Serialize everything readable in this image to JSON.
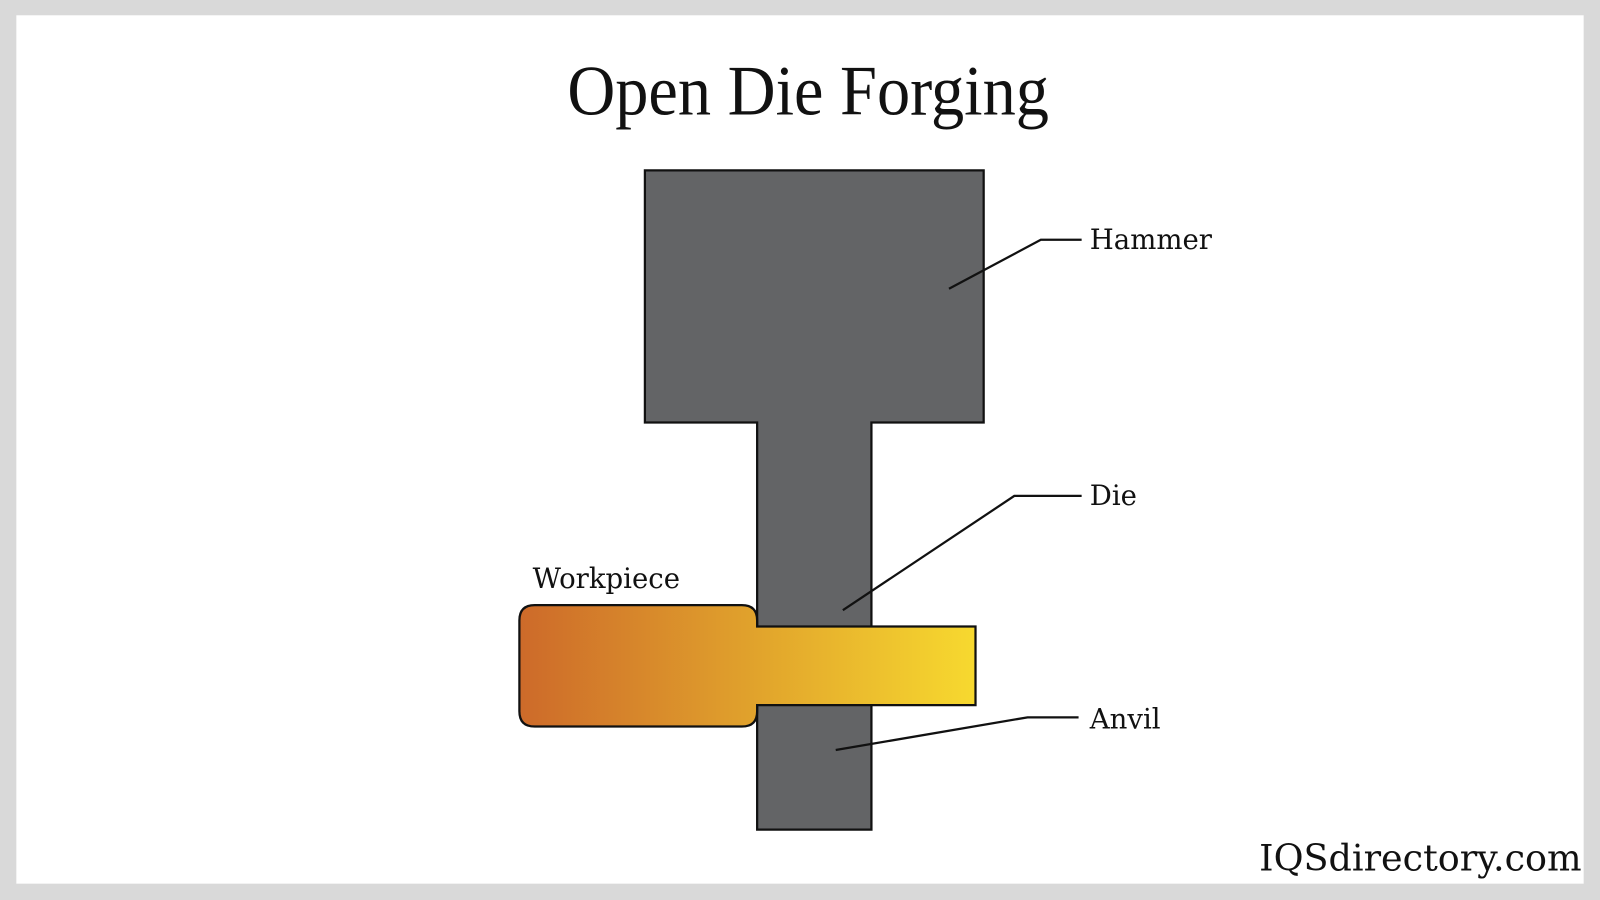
{
  "title": "Open Die Forging",
  "labels": {
    "hammer": "Hammer",
    "die": "Die",
    "anvil": "Anvil",
    "workpiece": "Workpiece"
  },
  "watermark": "IQSdirectory.com",
  "colors": {
    "frame": "#d9d9d9",
    "background": "#ffffff",
    "metal": "#636466",
    "workpiece_hot": "#cd6a2a",
    "workpiece_mid": "#e0a12c",
    "workpiece_cool": "#f7d92f"
  }
}
